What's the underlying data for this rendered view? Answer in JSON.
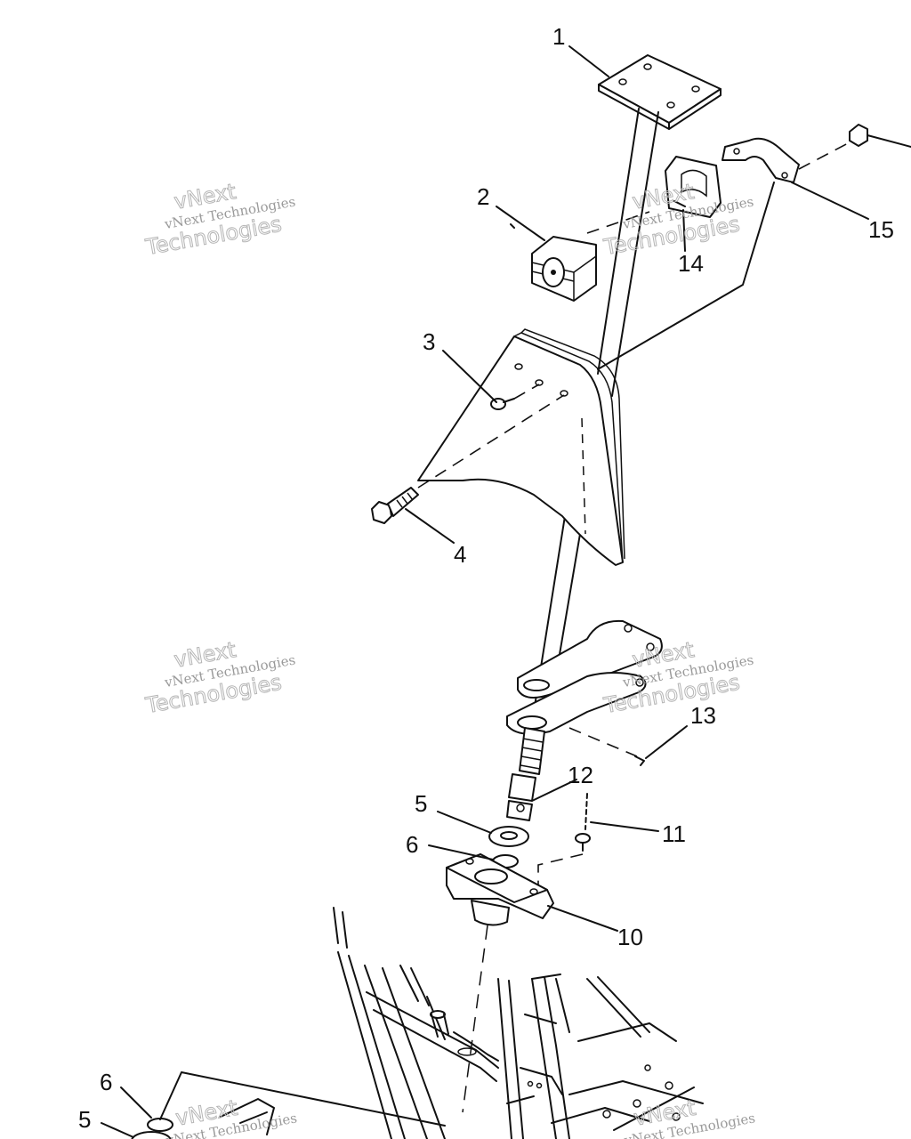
{
  "labels": [
    {
      "id": "1",
      "text": "1"
    },
    {
      "id": "2",
      "text": "2"
    },
    {
      "id": "3",
      "text": "3"
    },
    {
      "id": "4",
      "text": "4"
    },
    {
      "id": "5a",
      "text": "5"
    },
    {
      "id": "6a",
      "text": "6"
    },
    {
      "id": "10",
      "text": "10"
    },
    {
      "id": "11",
      "text": "11"
    },
    {
      "id": "12",
      "text": "12"
    },
    {
      "id": "13",
      "text": "13"
    },
    {
      "id": "14",
      "text": "14"
    },
    {
      "id": "15",
      "text": "15"
    },
    {
      "id": "6b",
      "text": "6"
    },
    {
      "id": "5b",
      "text": "5"
    }
  ],
  "watermark": {
    "line1": "vNext",
    "line2": "vNext Technologies",
    "line3": "Technologies"
  }
}
